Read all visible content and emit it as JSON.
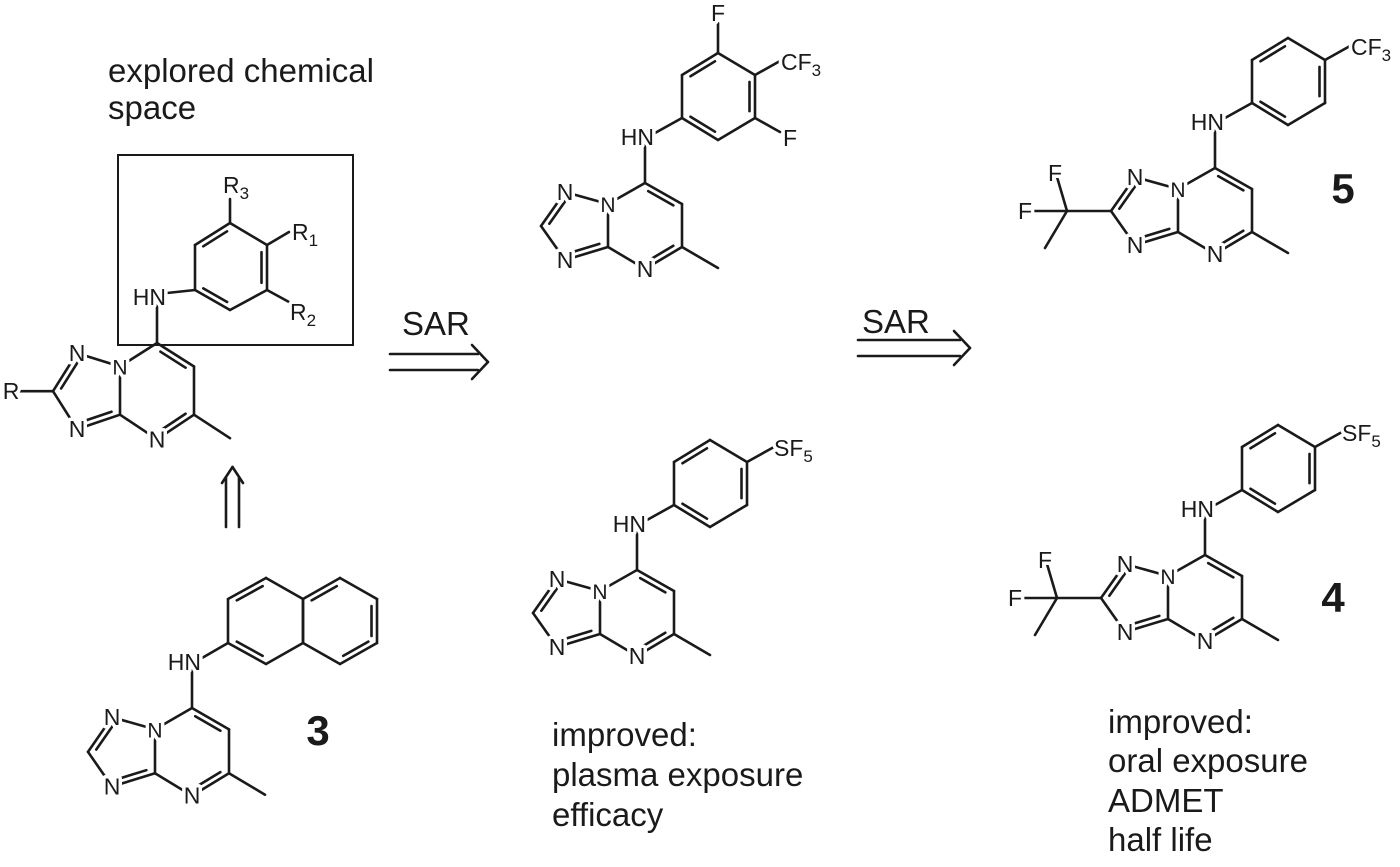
{
  "header": {
    "lines": [
      "explored chemical",
      "space"
    ]
  },
  "arrows": [
    {
      "label": "SAR"
    },
    {
      "label": "SAR"
    }
  ],
  "atom_labels": {
    "nh": "HN",
    "n": "N",
    "f": "F",
    "r": "R"
  },
  "generic": {
    "r1": {
      "main": "R",
      "sub": "1"
    },
    "r2": {
      "main": "R",
      "sub": "2"
    },
    "r3": {
      "main": "R",
      "sub": "3"
    }
  },
  "substituents": {
    "cf3": {
      "main": "CF",
      "sub": "3"
    },
    "sf5": {
      "main": "SF",
      "sub": "5"
    }
  },
  "compounds": [
    {
      "id": "3"
    },
    {
      "id": "5"
    },
    {
      "id": "4"
    }
  ],
  "notes": {
    "middle": [
      "improved:",
      "plasma exposure",
      "efficacy"
    ],
    "right": [
      "improved:",
      "oral exposure",
      "ADMET",
      "half life"
    ]
  },
  "colors": {
    "ink": "#1a1a1a",
    "background": "#ffffff"
  }
}
